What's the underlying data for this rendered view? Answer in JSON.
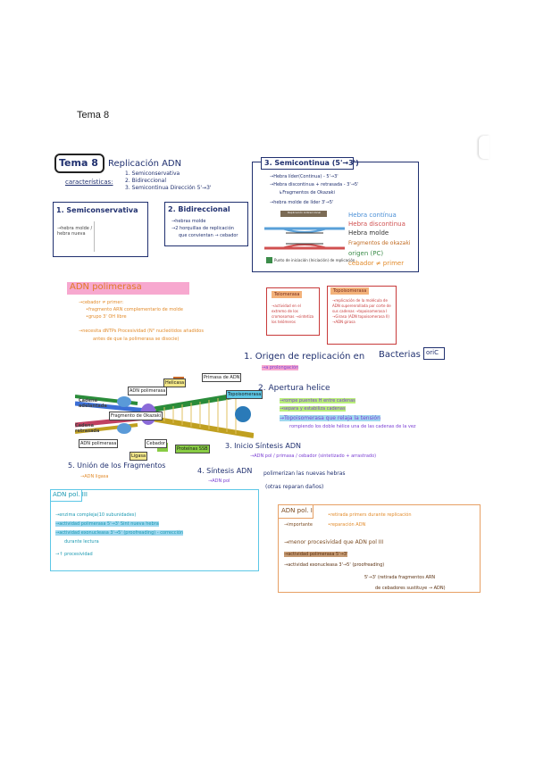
{
  "page": {
    "title": "Tema 8"
  },
  "header": {
    "badge": "Tema 8",
    "title": "Replicación ADN"
  },
  "caracteristicas": {
    "label": "características:",
    "items": [
      "1. Semiconservativa",
      "2. Bidireccional",
      "3. Semicontinua Dirección 5'→3'"
    ]
  },
  "semiconservativa": {
    "title": "1. Semiconservativa",
    "note": "→hebra molde / hebra nueva"
  },
  "bidireccional": {
    "title": "2. Bidireccional",
    "lines": [
      "→hebras molde",
      "→2 horquillas de replicación",
      "que convientan → cebador"
    ]
  },
  "semicontinua": {
    "title": "3. Semicontinua (5'→3')",
    "lines": [
      "→Hebra líder(Continua) - 5'→3'",
      "→Hebra discontinua + retrasada - 3'→5'",
      "↳Fragmentos de Okazaki",
      "→hebra molde de líder 3'→5'"
    ],
    "legend": [
      "Hebra contínua",
      "Hebra discontinua",
      "Hebra molde",
      "Fragmentos de okazaki",
      "origen (PC)",
      "cebador ≠ primer"
    ],
    "diagram": {
      "top_label": "Replicación bidireccional",
      "caption": "Punto de iniciación (Iniciación) de replicación"
    }
  },
  "adn_polimerasa": {
    "title": "ADN polimerasa",
    "lines": [
      "→cebador ≠ primer:",
      "•fragmento ARN complementario de molde",
      "•grupo 3' OH libre",
      "→necesita dNTPs Procesividad (N° nucleótidos añadidos",
      "antes de que la polimerasa se disocie)"
    ]
  },
  "telomerasa": {
    "title": "Telomerasa",
    "note": "→actividad en el extremo de los cromosomas →sintetiza los telómeros"
  },
  "cyclinas": {
    "title": "Topoisomerasa",
    "note": "→replicación de la molécula de ADN superenrollada por corte de sus cadenas →topoisomerasa I →Girasa (ADN topoisomerasa II) →ADN girasa"
  },
  "steps": {
    "origen": {
      "label": "1. Origen de replicación en",
      "emph": "Bacterias",
      "box": "oriC",
      "sub": "→a prolongación"
    },
    "apertura": {
      "label": "2. Apertura helice",
      "lines": [
        "→rompe puentes H entre cadenas",
        "→separa y estabiliza cadenas",
        "→Topoisomerasa que relaja la tensión",
        "rompiendo los doble hélice una de las cadenas de la vez"
      ]
    },
    "inicio": {
      "label": "3. Inicio Síntesis ADN",
      "sub": "→ADN pol / primasa / cebador (sintetizado + arrastrado)"
    },
    "sintesis": {
      "label": "4. Síntesis ADN",
      "sub": "→ADN pol",
      "note1": "polimerizan las nuevas hebras",
      "note2": "(otras reparan daños)"
    },
    "union": {
      "label": "5. Unión de los Fragmentos",
      "sub": "→ADN ligasa"
    }
  },
  "fork_diagram": {
    "labels": [
      "Helicasa",
      "Primasa de ADN",
      "ADN polimerasa",
      "Cadena adelantada",
      "Fragmento de Okazaki",
      "Cadena retrasada",
      "ADN polimerasa",
      "Ligasa",
      "Cebador",
      "Topoisomerasa",
      "Proteínas SSB"
    ]
  },
  "adn_pol_iii": {
    "title": "ADN pol. III",
    "lines": [
      "→enzima compleja(10 subunidades)",
      "→actividad polimerasa 5'→3' Sint nueva hebra",
      "→actividad exonucleasa 3'→5' (proofreading) - corrección",
      "durante lectura",
      "→↑ procesividad"
    ]
  },
  "adn_pol_i": {
    "title": "ADN pol. I",
    "lines": [
      "→importante",
      "•retirada primers durante replicación",
      "•reparación ADN",
      "→menor procesividad que ADN pol III",
      "→actividad polimerasa 5'→3'",
      "→actividad exonucleasa 3'→5' (proofreading)",
      "5'→3' (retirada fragmentos ARN",
      "de cebadores sustituye → ADN)"
    ]
  },
  "colors": {
    "navy": "#20306f",
    "purple_box": "#6b4aa8",
    "red_box": "#c83a3a",
    "blue_box": "#5cc7e6",
    "orange_box": "#e7a064",
    "pink": "#f7a8cf"
  }
}
